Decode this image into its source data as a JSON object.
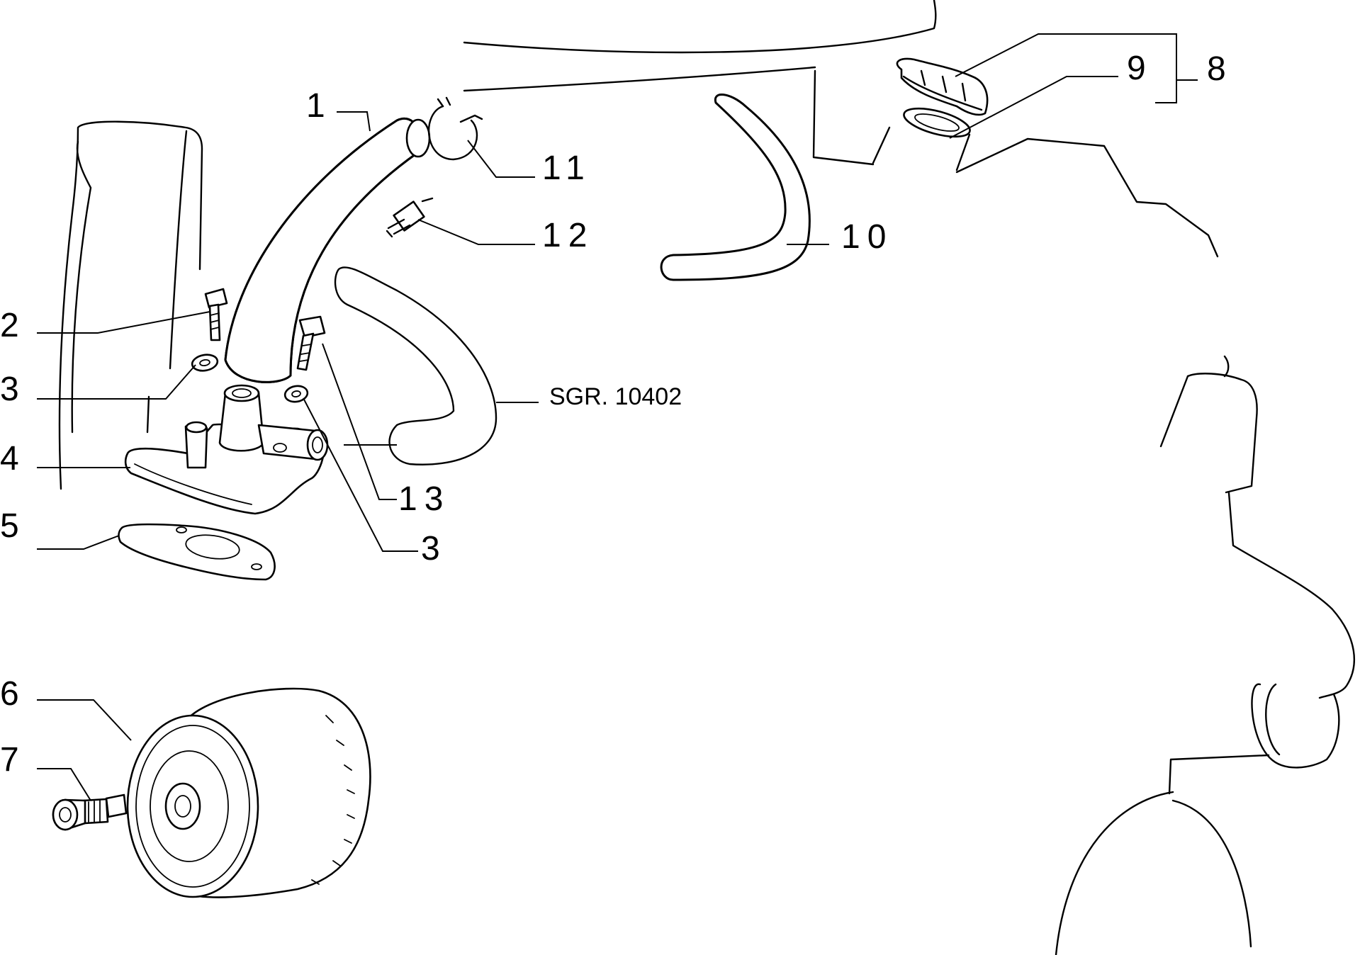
{
  "callouts": {
    "c1": "1",
    "c2": "2",
    "c3a": "3",
    "c3b": "3",
    "c4": "4",
    "c5": "5",
    "c6": "6",
    "c7": "7",
    "c8": "8",
    "c9": "9",
    "c10": "10",
    "c11": "11",
    "c12": "12",
    "c13": "13"
  },
  "reference_label": "SGR. 10402"
}
